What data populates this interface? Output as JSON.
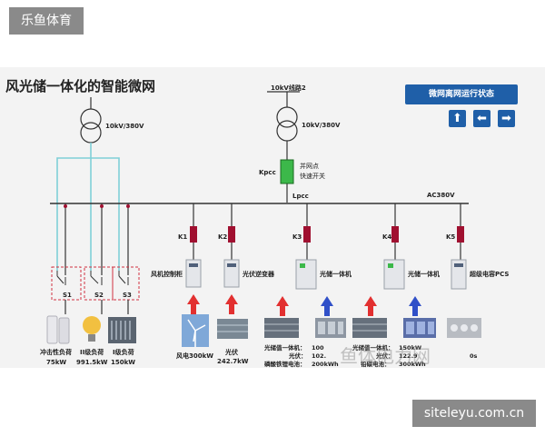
{
  "badges": {
    "top": "乐鱼体育",
    "bottom": "siteleyu.com.cn"
  },
  "diagram": {
    "title": "风光储一体化的智能微网",
    "line_label": "10kV线路2",
    "transformer_left_label": "10kV/380V",
    "transformer_main_label": "10kV/380V",
    "kpcc_label": "Kpcc",
    "grid_point_label_1": "并网点",
    "grid_point_label_2": "快速开关",
    "lpcc_label": "Lpcc",
    "bus_label": "AC380V",
    "status_button": "微网离网运行状态",
    "nav": {
      "up": "⬆",
      "left": "⬅",
      "right": "➡"
    },
    "switches": [
      {
        "label": "S1"
      },
      {
        "label": "S2"
      },
      {
        "label": "S3"
      }
    ],
    "loads": [
      {
        "name": "冲击性负荷",
        "value": "75kW"
      },
      {
        "name": "II级负荷",
        "value": "991.5kW"
      },
      {
        "name": "I级负荷",
        "value": "150kW"
      }
    ],
    "breakers": [
      {
        "label": "K1",
        "device": "风机控制柜"
      },
      {
        "label": "K2",
        "device": "光伏逆变器"
      },
      {
        "label": "K3",
        "device": "光储一体机"
      },
      {
        "label": "K4",
        "device": "光储一体机"
      },
      {
        "label": "K5",
        "device": "超级电容PCS"
      }
    ],
    "sources": {
      "wind": "风电300kW",
      "pv_1": "光伏",
      "pv_2": "242.7kW",
      "k3_line1": "光储值一体机：",
      "k3_line1_val": "100",
      "k3_line2": "光伏：",
      "k3_line2_val": "102.",
      "k3_line3": "磷酸铁锂电池：",
      "k3_line3_val": "200kWh",
      "k4_line1": "光储值一体机：",
      "k4_line1_val": "150kW",
      "k4_line2": "光伏：",
      "k4_line2_val": "122.9",
      "k4_line3": "铅碳电池：",
      "k4_line3_val": "300kWh",
      "k5_val": "0s"
    },
    "watermark": "鱼体电力网"
  },
  "colors": {
    "blue": "#1f5fa8",
    "breaker_red": "#a01030",
    "grid_green": "#3cb84a",
    "teal": "#7fd0d8",
    "arrow_red": "#e23030",
    "arrow_blue": "#3050c8"
  }
}
